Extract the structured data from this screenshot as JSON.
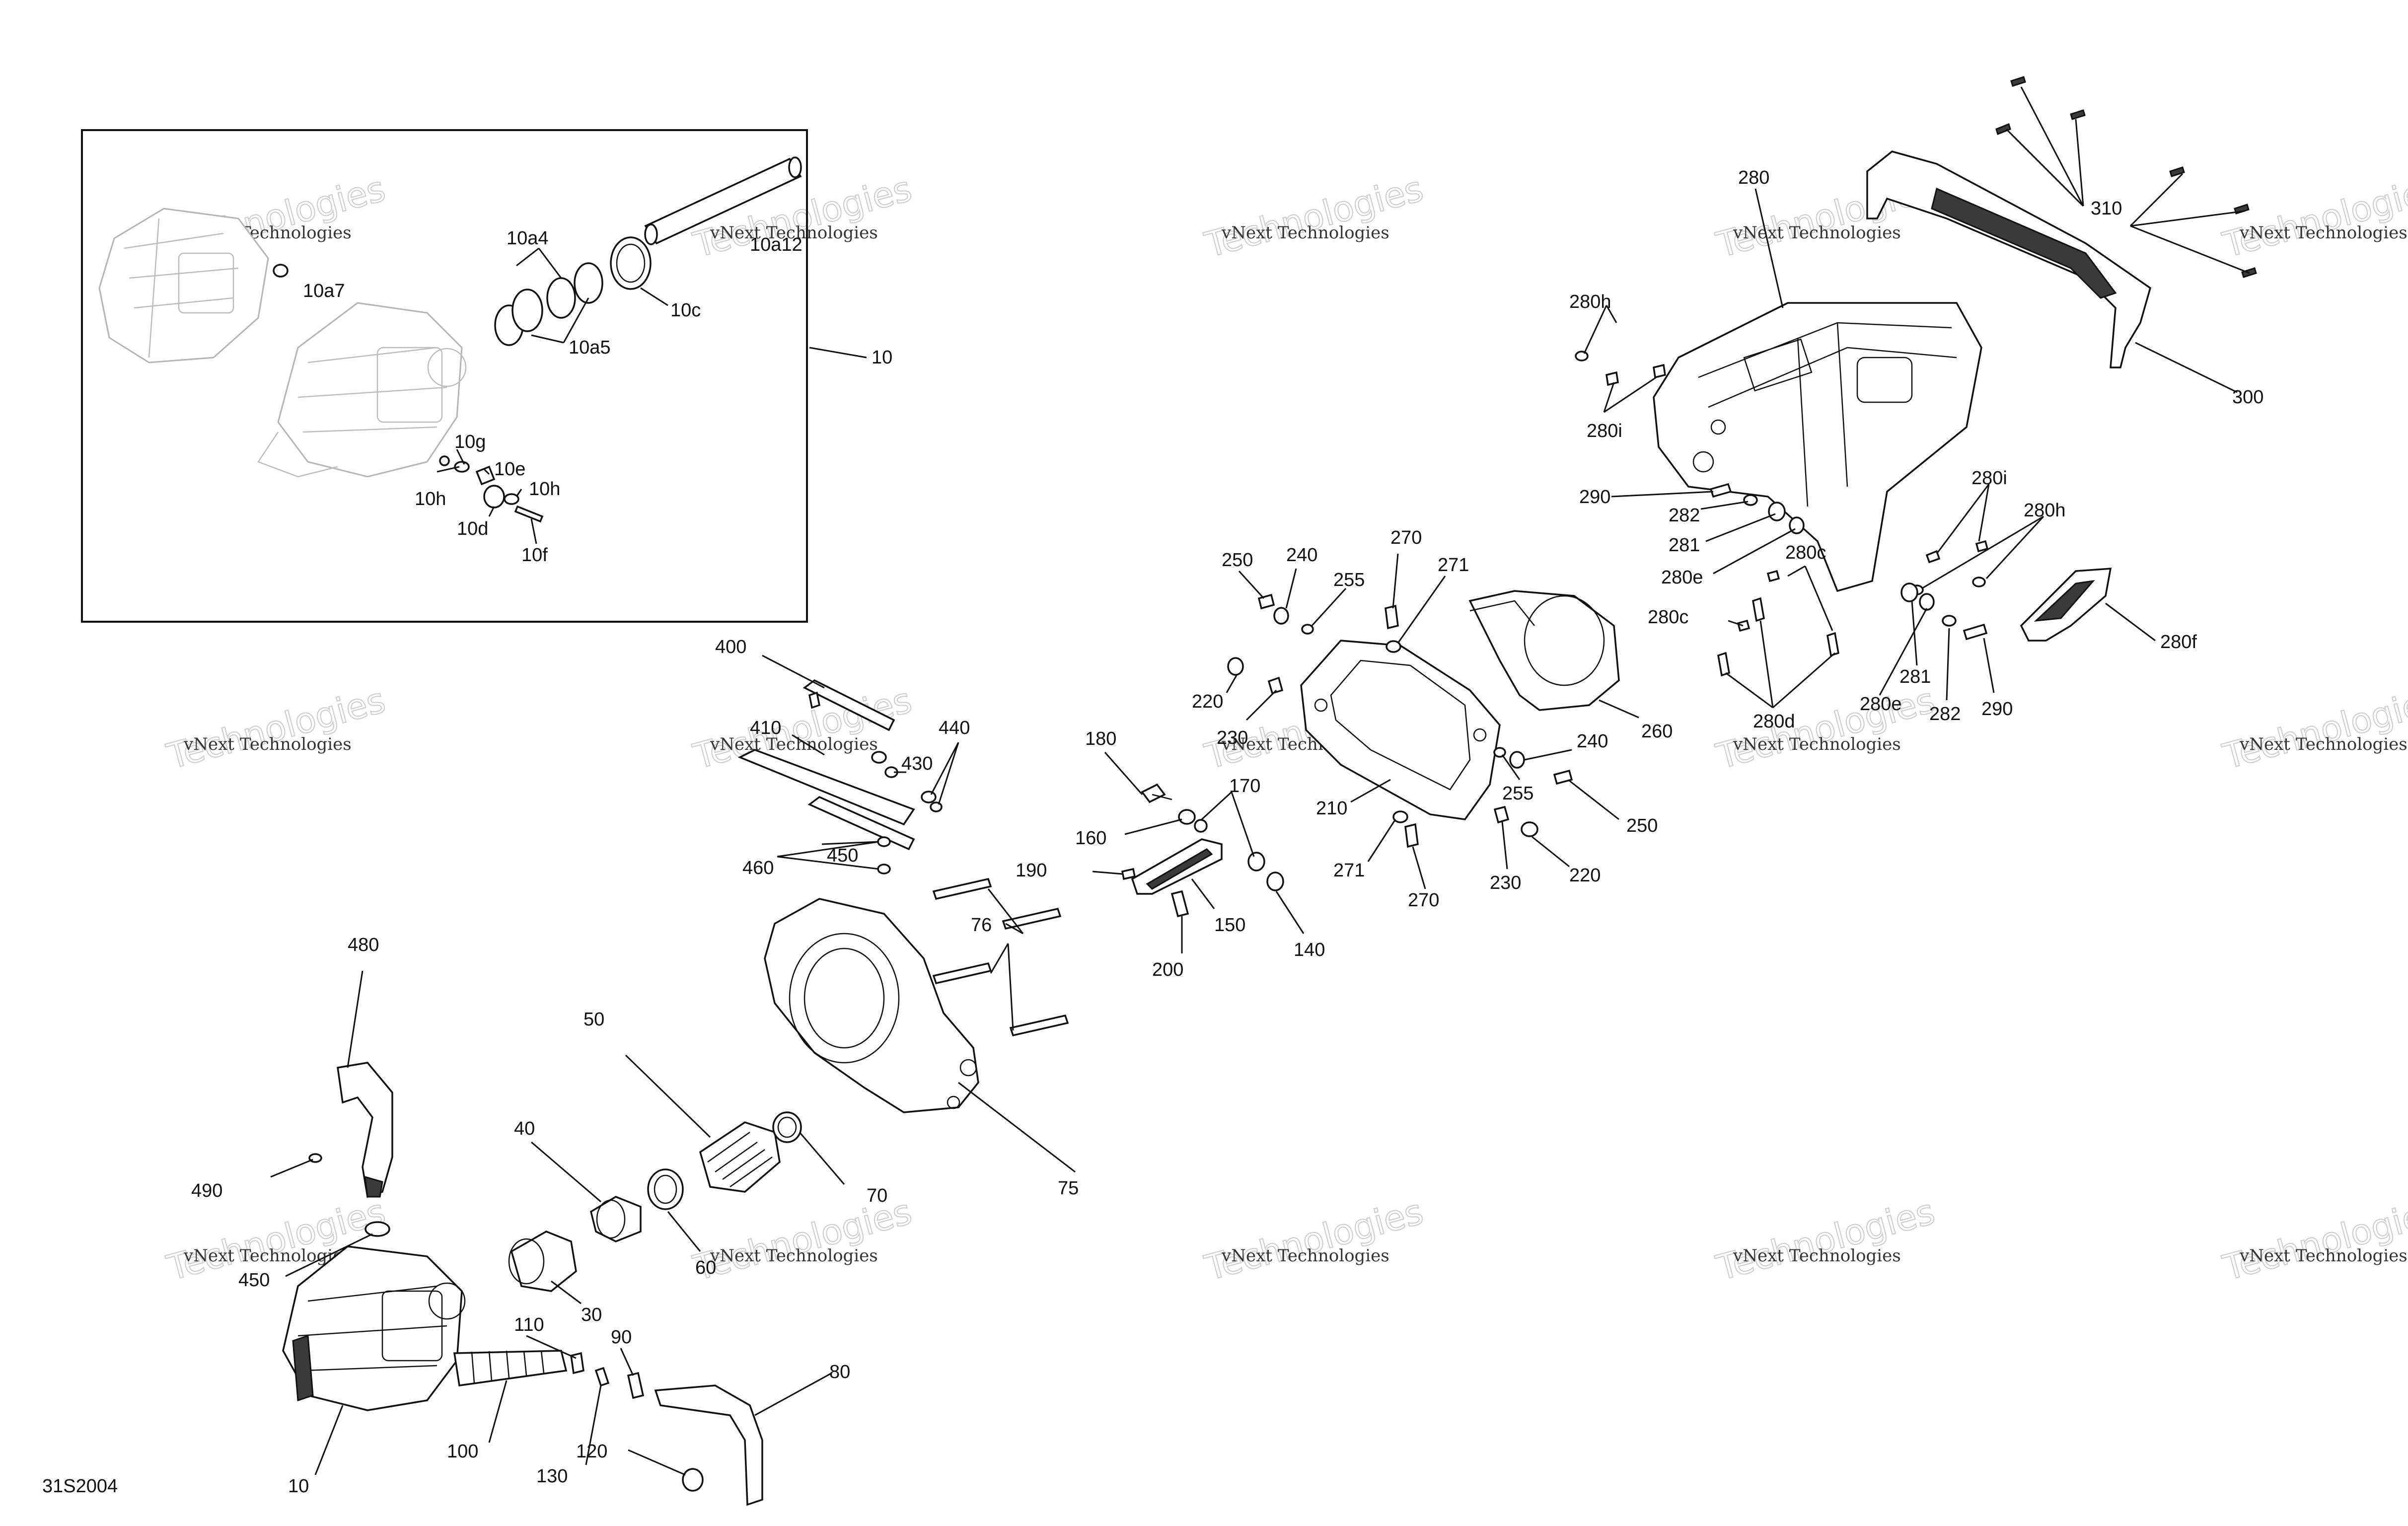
{
  "diagram": {
    "code": "31S2004",
    "watermark": {
      "line1": "vNext Technologies",
      "line2": "Technologies"
    },
    "callouts": [
      {
        "id": "c10a4",
        "text": "10a4"
      },
      {
        "id": "c10a7",
        "text": "10a7"
      },
      {
        "id": "c10a12",
        "text": "10a12"
      },
      {
        "id": "c10c",
        "text": "10c"
      },
      {
        "id": "c10a5",
        "text": "10a5"
      },
      {
        "id": "c10_inset",
        "text": "10"
      },
      {
        "id": "c10g",
        "text": "10g"
      },
      {
        "id": "c10e",
        "text": "10e"
      },
      {
        "id": "c10h_a",
        "text": "10h"
      },
      {
        "id": "c10h_b",
        "text": "10h"
      },
      {
        "id": "c10d",
        "text": "10d"
      },
      {
        "id": "c10f",
        "text": "10f"
      },
      {
        "id": "c280",
        "text": "280"
      },
      {
        "id": "c310",
        "text": "310"
      },
      {
        "id": "c300",
        "text": "300"
      },
      {
        "id": "c280h_a",
        "text": "280h"
      },
      {
        "id": "c280i_a",
        "text": "280i"
      },
      {
        "id": "c290_a",
        "text": "290"
      },
      {
        "id": "c282_a",
        "text": "282"
      },
      {
        "id": "c281_a",
        "text": "281"
      },
      {
        "id": "c280e_a",
        "text": "280e"
      },
      {
        "id": "c280c_a",
        "text": "280c"
      },
      {
        "id": "c280i_b",
        "text": "280i"
      },
      {
        "id": "c280h_b",
        "text": "280h"
      },
      {
        "id": "c280c_b",
        "text": "280c"
      },
      {
        "id": "c280f",
        "text": "280f"
      },
      {
        "id": "c281_b",
        "text": "281"
      },
      {
        "id": "c290_b",
        "text": "290"
      },
      {
        "id": "c280e_b",
        "text": "280e"
      },
      {
        "id": "c282_b",
        "text": "282"
      },
      {
        "id": "c280d",
        "text": "280d"
      },
      {
        "id": "c250_a",
        "text": "250"
      },
      {
        "id": "c240_a",
        "text": "240"
      },
      {
        "id": "c255_a",
        "text": "255"
      },
      {
        "id": "c270_a",
        "text": "270"
      },
      {
        "id": "c271_a",
        "text": "271"
      },
      {
        "id": "c220_a",
        "text": "220"
      },
      {
        "id": "c230_a",
        "text": "230"
      },
      {
        "id": "c260",
        "text": "260"
      },
      {
        "id": "c240_b",
        "text": "240"
      },
      {
        "id": "c255_b",
        "text": "255"
      },
      {
        "id": "c250_b",
        "text": "250"
      },
      {
        "id": "c210",
        "text": "210"
      },
      {
        "id": "c271_b",
        "text": "271"
      },
      {
        "id": "c270_b",
        "text": "270"
      },
      {
        "id": "c230_b",
        "text": "230"
      },
      {
        "id": "c220_b",
        "text": "220"
      },
      {
        "id": "c400",
        "text": "400"
      },
      {
        "id": "c410",
        "text": "410"
      },
      {
        "id": "c440",
        "text": "440"
      },
      {
        "id": "c430",
        "text": "430"
      },
      {
        "id": "c450_a",
        "text": "450"
      },
      {
        "id": "c460",
        "text": "460"
      },
      {
        "id": "c180",
        "text": "180"
      },
      {
        "id": "c170",
        "text": "170"
      },
      {
        "id": "c160",
        "text": "160"
      },
      {
        "id": "c190",
        "text": "190"
      },
      {
        "id": "c150",
        "text": "150"
      },
      {
        "id": "c140",
        "text": "140"
      },
      {
        "id": "c200",
        "text": "200"
      },
      {
        "id": "c76",
        "text": "76"
      },
      {
        "id": "c480",
        "text": "480"
      },
      {
        "id": "c50",
        "text": "50"
      },
      {
        "id": "c40",
        "text": "40"
      },
      {
        "id": "c75",
        "text": "75"
      },
      {
        "id": "c70",
        "text": "70"
      },
      {
        "id": "c490",
        "text": "490"
      },
      {
        "id": "c450_b",
        "text": "450"
      },
      {
        "id": "c60",
        "text": "60"
      },
      {
        "id": "c30",
        "text": "30"
      },
      {
        "id": "c110",
        "text": "110"
      },
      {
        "id": "c90",
        "text": "90"
      },
      {
        "id": "c80",
        "text": "80"
      },
      {
        "id": "c100",
        "text": "100"
      },
      {
        "id": "c130",
        "text": "130"
      },
      {
        "id": "c120",
        "text": "120"
      },
      {
        "id": "c10_main",
        "text": "10"
      }
    ]
  }
}
